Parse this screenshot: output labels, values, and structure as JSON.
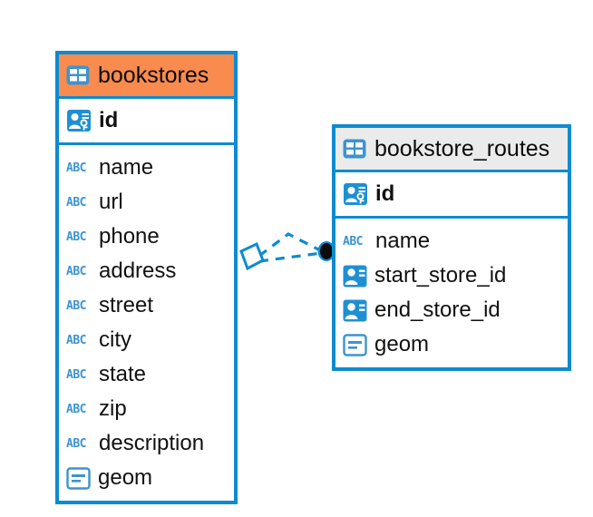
{
  "diagram": {
    "type": "entity-relationship-diagram",
    "background_color": "#ffffff",
    "accent_color": "#0d8bd1",
    "highlight_color": "#f98b4f",
    "header_gray": "#ebebeb"
  },
  "entities": [
    {
      "name": "bookstores",
      "header_style": "orange",
      "icon": "table-icon",
      "primary_key": {
        "label": "id",
        "icon": "primary-key-icon"
      },
      "fields": [
        {
          "label": "name",
          "icon": "text-type-icon"
        },
        {
          "label": "url",
          "icon": "text-type-icon"
        },
        {
          "label": "phone",
          "icon": "text-type-icon"
        },
        {
          "label": "address",
          "icon": "text-type-icon"
        },
        {
          "label": "street",
          "icon": "text-type-icon"
        },
        {
          "label": "city",
          "icon": "text-type-icon"
        },
        {
          "label": "state",
          "icon": "text-type-icon"
        },
        {
          "label": "zip",
          "icon": "text-type-icon"
        },
        {
          "label": "description",
          "icon": "text-type-icon"
        },
        {
          "label": "geom",
          "icon": "geometry-type-icon"
        }
      ]
    },
    {
      "name": "bookstore_routes",
      "header_style": "gray",
      "icon": "table-icon",
      "primary_key": {
        "label": "id",
        "icon": "primary-key-icon"
      },
      "fields": [
        {
          "label": "name",
          "icon": "text-type-icon"
        },
        {
          "label": "start_store_id",
          "icon": "foreign-key-icon"
        },
        {
          "label": "end_store_id",
          "icon": "foreign-key-icon"
        },
        {
          "label": "geom",
          "icon": "geometry-type-icon"
        }
      ]
    }
  ],
  "relationship": {
    "style": "dashed",
    "color": "#0d8bd1",
    "source_marker": "diamond-outline",
    "target_marker": "filled-circle"
  }
}
